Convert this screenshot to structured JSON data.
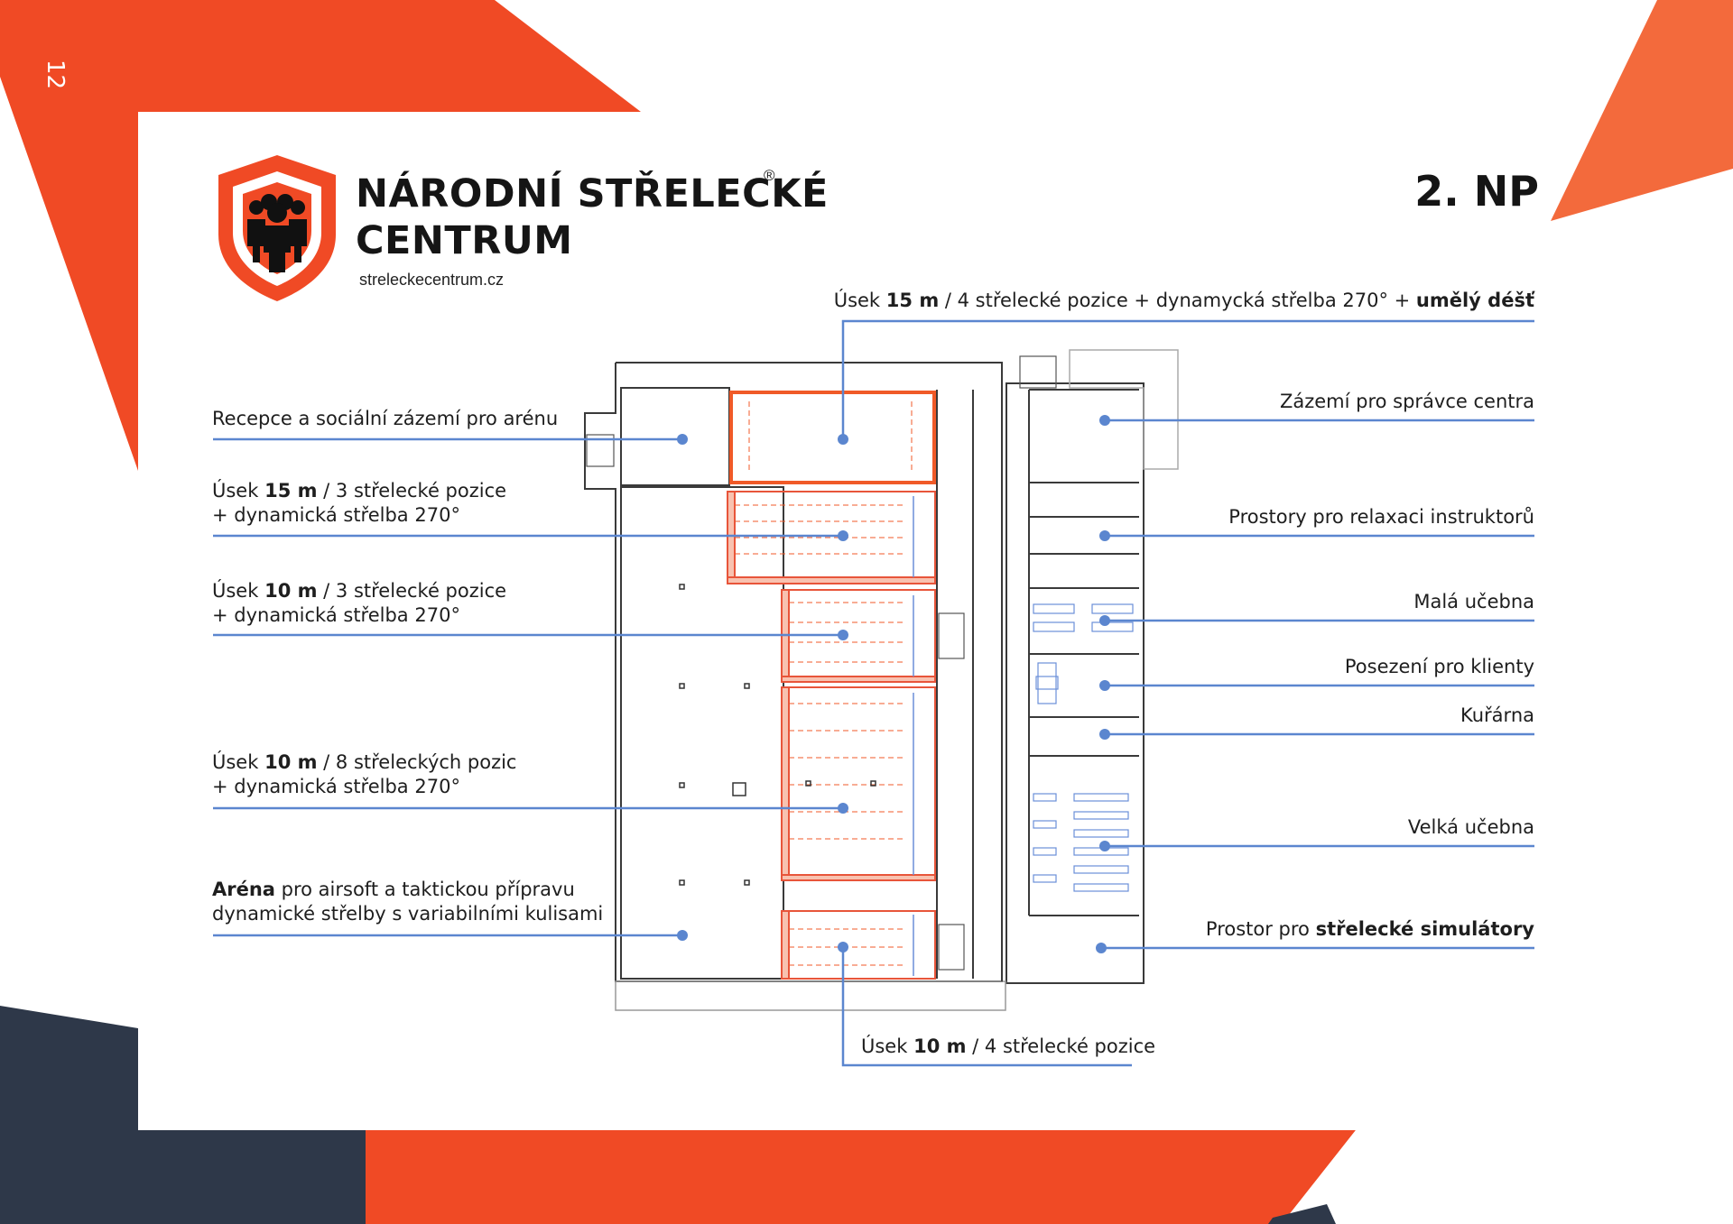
{
  "page_number": "12",
  "brand": {
    "name_line1": "NÁRODNÍ STŘELECKÉ",
    "name_line2": "CENTRUM",
    "registered_mark": "®",
    "website": "streleckecentrum.cz"
  },
  "floor_title": "2. NP",
  "colors": {
    "accent_orange": "#f04a25",
    "orange_light": "#f36a3c",
    "navy": "#2e3849",
    "leader_blue": "#5b86cf"
  },
  "labels_left": [
    {
      "id": "recepce",
      "pre": "Recepce a sociální zázemí pro arénu",
      "bold": "",
      "post": "",
      "line2": ""
    },
    {
      "id": "usek15-3",
      "pre": "Úsek ",
      "bold": "15 m",
      "post": " / 3 střelecké pozice",
      "line2": "+ dynamická střelba 270°"
    },
    {
      "id": "usek10-3",
      "pre": "Úsek ",
      "bold": "10 m",
      "post": " / 3 střelecké pozice",
      "line2": "+ dynamická střelba 270°"
    },
    {
      "id": "usek10-8",
      "pre": "Úsek ",
      "bold": "10 m",
      "post": " / 8 střeleckých pozic",
      "line2": "+ dynamická střelba 270°"
    },
    {
      "id": "arena",
      "pre": "",
      "bold": "Aréna",
      "post": " pro airsoft a taktickou přípravu",
      "line2": "dynamické střelby s variabilními kulisami"
    }
  ],
  "labels_right": [
    {
      "id": "spravce",
      "pre": "Zázemí pro správce centra",
      "bold": "",
      "post": ""
    },
    {
      "id": "relax",
      "pre": "Prostory pro relaxaci instruktorů",
      "bold": "",
      "post": ""
    },
    {
      "id": "mala",
      "pre": "Malá učebna",
      "bold": "",
      "post": ""
    },
    {
      "id": "posezeni",
      "pre": "Posezení pro klienty",
      "bold": "",
      "post": ""
    },
    {
      "id": "kurarna",
      "pre": "Kuřárna",
      "bold": "",
      "post": ""
    },
    {
      "id": "velka",
      "pre": "Velká učebna",
      "bold": "",
      "post": ""
    },
    {
      "id": "simulatory",
      "pre": "Prostor pro ",
      "bold": "střelecké simulátory",
      "post": ""
    }
  ],
  "label_top": {
    "pre": "Úsek ",
    "bold1": "15 m",
    "mid": " / 4 střelecké pozice + dynamycká střelba 270° + ",
    "bold2": "umělý déšť"
  },
  "label_bottom": {
    "pre": "Úsek ",
    "bold": "10 m",
    "post": " / 4 střelecké pozice"
  }
}
